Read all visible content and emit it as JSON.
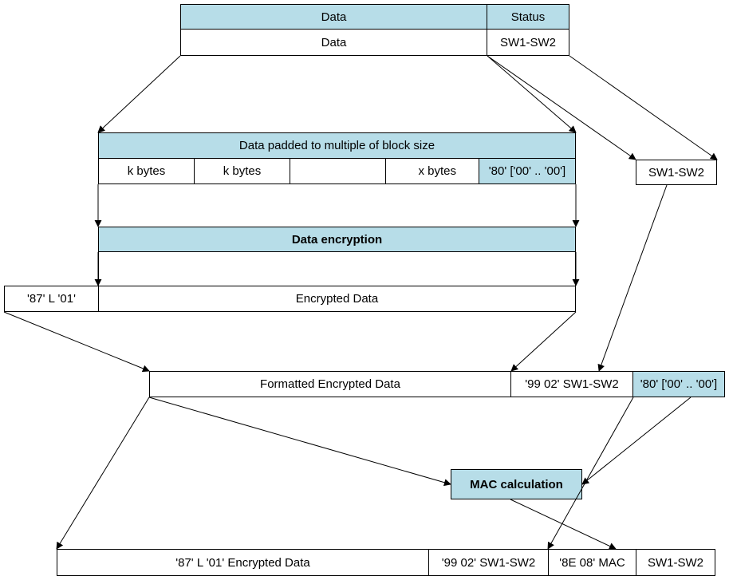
{
  "colors": {
    "header_fill": "#b7dde8",
    "line": "#000000",
    "cell_fill": "#ffffff"
  },
  "response": {
    "data_header": "Data",
    "status_header": "Status",
    "data": "Data",
    "status": "SW1-SW2"
  },
  "padded": {
    "title": "Data padded to multiple of block size",
    "block1": "k bytes",
    "block2": "k bytes",
    "block3": "",
    "block4": "x bytes",
    "padding": "'80' ['00' .. '00']"
  },
  "status_copy": "SW1-SW2",
  "encryption": {
    "label": "Data encryption"
  },
  "encrypted": {
    "tag": "'87' L '01'",
    "data": "Encrypted Data"
  },
  "formatted": {
    "data": "Formatted Encrypted Data",
    "status_object": "'99 02' SW1-SW2",
    "padding": "'80' ['00' .. '00']"
  },
  "mac": {
    "label": "MAC calculation"
  },
  "final": {
    "data": "'87' L '01' Encrypted Data",
    "status_object": "'99 02' SW1-SW2",
    "mac": "'8E 08' MAC",
    "status": "SW1-SW2"
  }
}
